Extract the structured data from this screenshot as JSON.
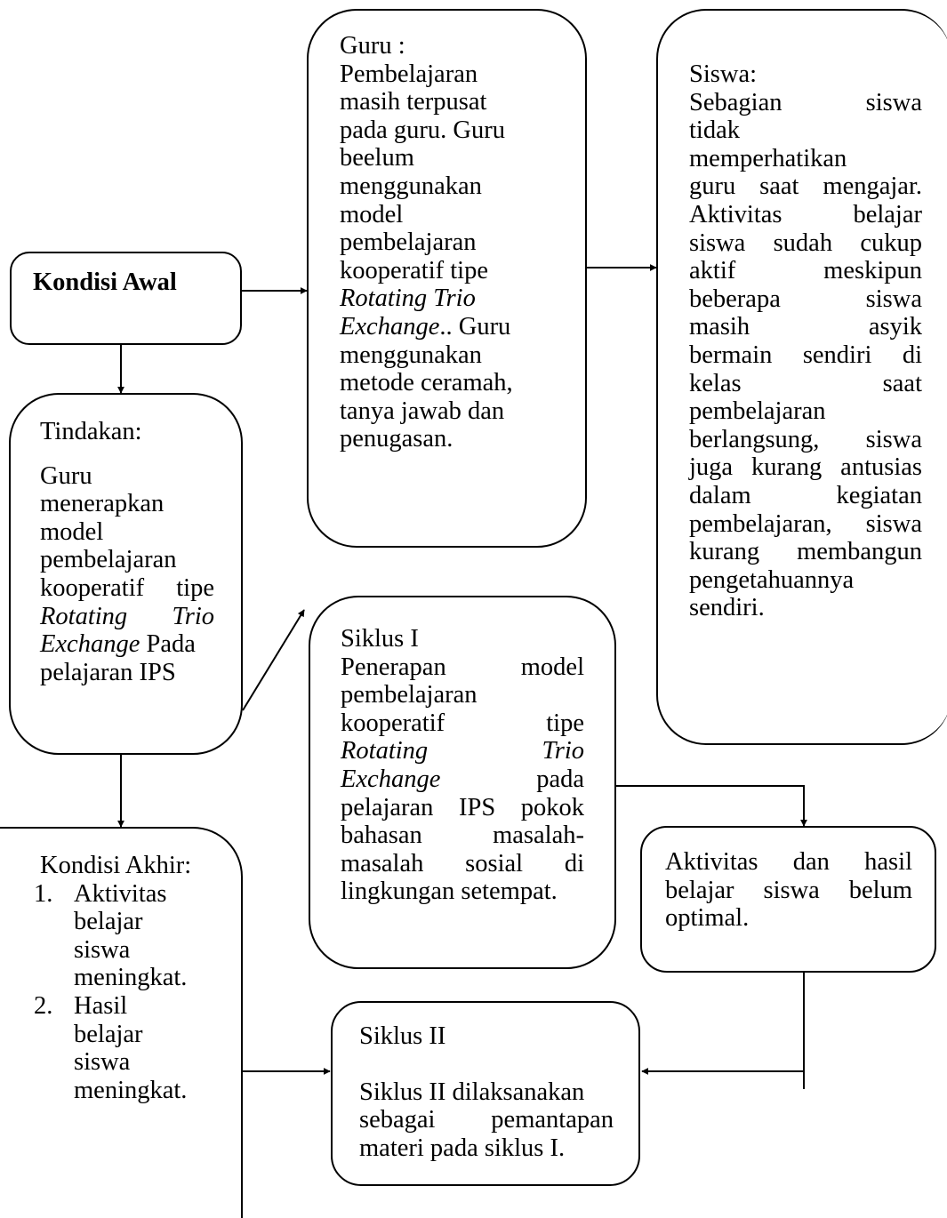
{
  "nodes": {
    "kondisi_awal": {
      "title": "Kondisi Awal"
    },
    "guru": {
      "text_1": "Guru :",
      "text_2": "Pembelajaran",
      "text_3": "masih terpusat",
      "text_4": "pada guru. Guru",
      "text_5": "beelum",
      "text_6": "menggunakan",
      "text_7": "model",
      "text_8": "pembelajaran",
      "text_9": "kooperatif tipe",
      "text_10_italic": "Rotating Trio",
      "text_11_italic": "Exchange",
      "text_11_rest": ".. Guru",
      "text_12": "menggunakan",
      "text_13": "metode ceramah,",
      "text_14": "tanya jawab dan",
      "text_15": "penugasan."
    },
    "siswa": {
      "line_1": "Siswa:",
      "line_2": "Sebagian siswa",
      "line_3": "tidak",
      "line_4": "memperhatikan",
      "line_5": "guru saat mengajar.",
      "line_6": "Aktivitas belajar",
      "line_7": "siswa sudah cukup",
      "line_8": "aktif meskipun",
      "line_9": "beberapa siswa",
      "line_10": "masih asyik",
      "line_11": "bermain sendiri di",
      "line_12": "kelas saat",
      "line_13": "pembelajaran",
      "line_14": "berlangsung, siswa",
      "line_15": "juga kurang antusias",
      "line_16": "dalam kegiatan",
      "line_17": "pembelajaran, siswa",
      "line_18": "kurang membangun",
      "line_19": "pengetahuannya",
      "line_20": "sendiri."
    },
    "tindakan": {
      "heading": "Tindakan:",
      "line_1": "Guru",
      "line_2": "menerapkan",
      "line_3": "model",
      "line_4": "pembelajaran",
      "line_5": "kooperatif tipe",
      "line_6_italic": "Rotating Trio",
      "line_7_italic": "Exchange",
      "line_7_rest": " Pada",
      "line_8": "pelajaran IPS"
    },
    "siklus_1": {
      "heading": "Siklus I",
      "line_1": "Penerapan model",
      "line_2": "pembelajaran",
      "line_3": "kooperatif tipe",
      "line_4_italic": "Rotating Trio",
      "line_5_italic": "Exchange",
      "line_5_rest": " pada",
      "line_6": "pelajaran IPS pokok",
      "line_7": "bahasan masalah-",
      "line_8": "masalah sosial di",
      "line_9": "lingkungan setempat."
    },
    "belum_optimal": {
      "line_1": "Aktivitas dan hasil",
      "line_2": "belajar siswa belum",
      "line_3": "optimal."
    },
    "kondisi_akhir": {
      "heading": "Kondisi Akhir:",
      "items": [
        {
          "num": "1.",
          "lines": [
            "Aktivitas",
            "belajar",
            "siswa",
            "meningkat."
          ]
        },
        {
          "num": "2.",
          "lines": [
            "Hasil",
            "belajar",
            "siswa",
            "meningkat."
          ]
        }
      ]
    },
    "siklus_2": {
      "heading": "Siklus II",
      "line_1": "Siklus II dilaksanakan",
      "line_2": "sebagai pemantapan",
      "line_3": "materi pada siklus I."
    }
  }
}
